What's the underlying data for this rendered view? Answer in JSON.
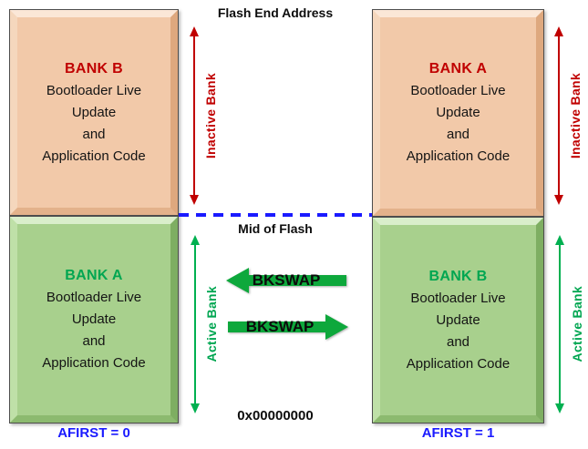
{
  "labels": {
    "flash_end_address": "Flash End Address",
    "mid_of_flash": "Mid of Flash",
    "start_address": "0x00000000",
    "inactive_bank": "Inactive Bank",
    "active_bank": "Active Bank",
    "bkswap": "BKSWAP"
  },
  "columns": [
    {
      "afirst": "AFIRST = 0",
      "top_box": {
        "title": "BANK B",
        "lines": [
          "Bootloader Live",
          "Update",
          "and",
          "Application Code"
        ]
      },
      "bottom_box": {
        "title": "BANK A",
        "lines": [
          "Bootloader Live",
          "Update",
          "and",
          "Application Code"
        ]
      }
    },
    {
      "afirst": "AFIRST = 1",
      "top_box": {
        "title": "BANK A",
        "lines": [
          "Bootloader Live",
          "Update",
          "and",
          "Application Code"
        ]
      },
      "bottom_box": {
        "title": "BANK B",
        "lines": [
          "Bootloader Live",
          "Update",
          "and",
          "Application Code"
        ]
      }
    }
  ],
  "colors": {
    "inactive_bank_fill": "#F2C9A9",
    "active_bank_fill": "#A8D08D",
    "inactive_text": "#C00000",
    "active_text": "#00A651",
    "bkswap_arrow": "#0EA83C",
    "afirst_text": "#1A1AFF",
    "mid_line": "#1A1AFF"
  }
}
